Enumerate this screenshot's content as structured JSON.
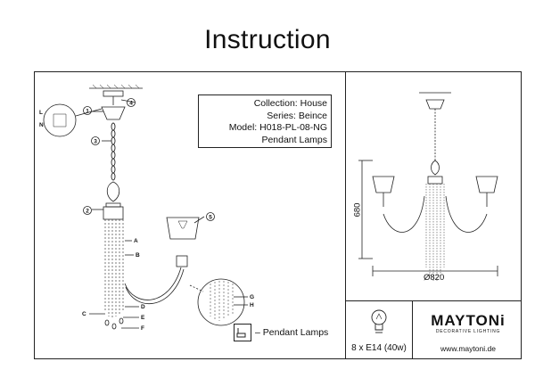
{
  "title": "Instruction",
  "info": {
    "collection": "Collection:  House",
    "series": "Series: Beince",
    "model": "Model: H018-PL-08-NG",
    "type": "Pendant Lamps"
  },
  "legend": {
    "text": "– Pendant Lamps",
    "icon": "hanging-lamp-icon"
  },
  "spec": {
    "bulbs": "8 x E14 (40w)",
    "icon": "light-bulb-icon"
  },
  "brand": {
    "name": "MAYTONi",
    "tagline": "DECORATIVE LIGHTING",
    "url": "www.maytoni.de"
  },
  "dimensions": {
    "height": "680",
    "diameter": "Ø820"
  },
  "callouts": {
    "steps": [
      "1",
      "2",
      "3",
      "4",
      "5"
    ],
    "parts": [
      "A",
      "B",
      "C",
      "D",
      "E",
      "F",
      "G",
      "H",
      "L",
      "N"
    ]
  }
}
